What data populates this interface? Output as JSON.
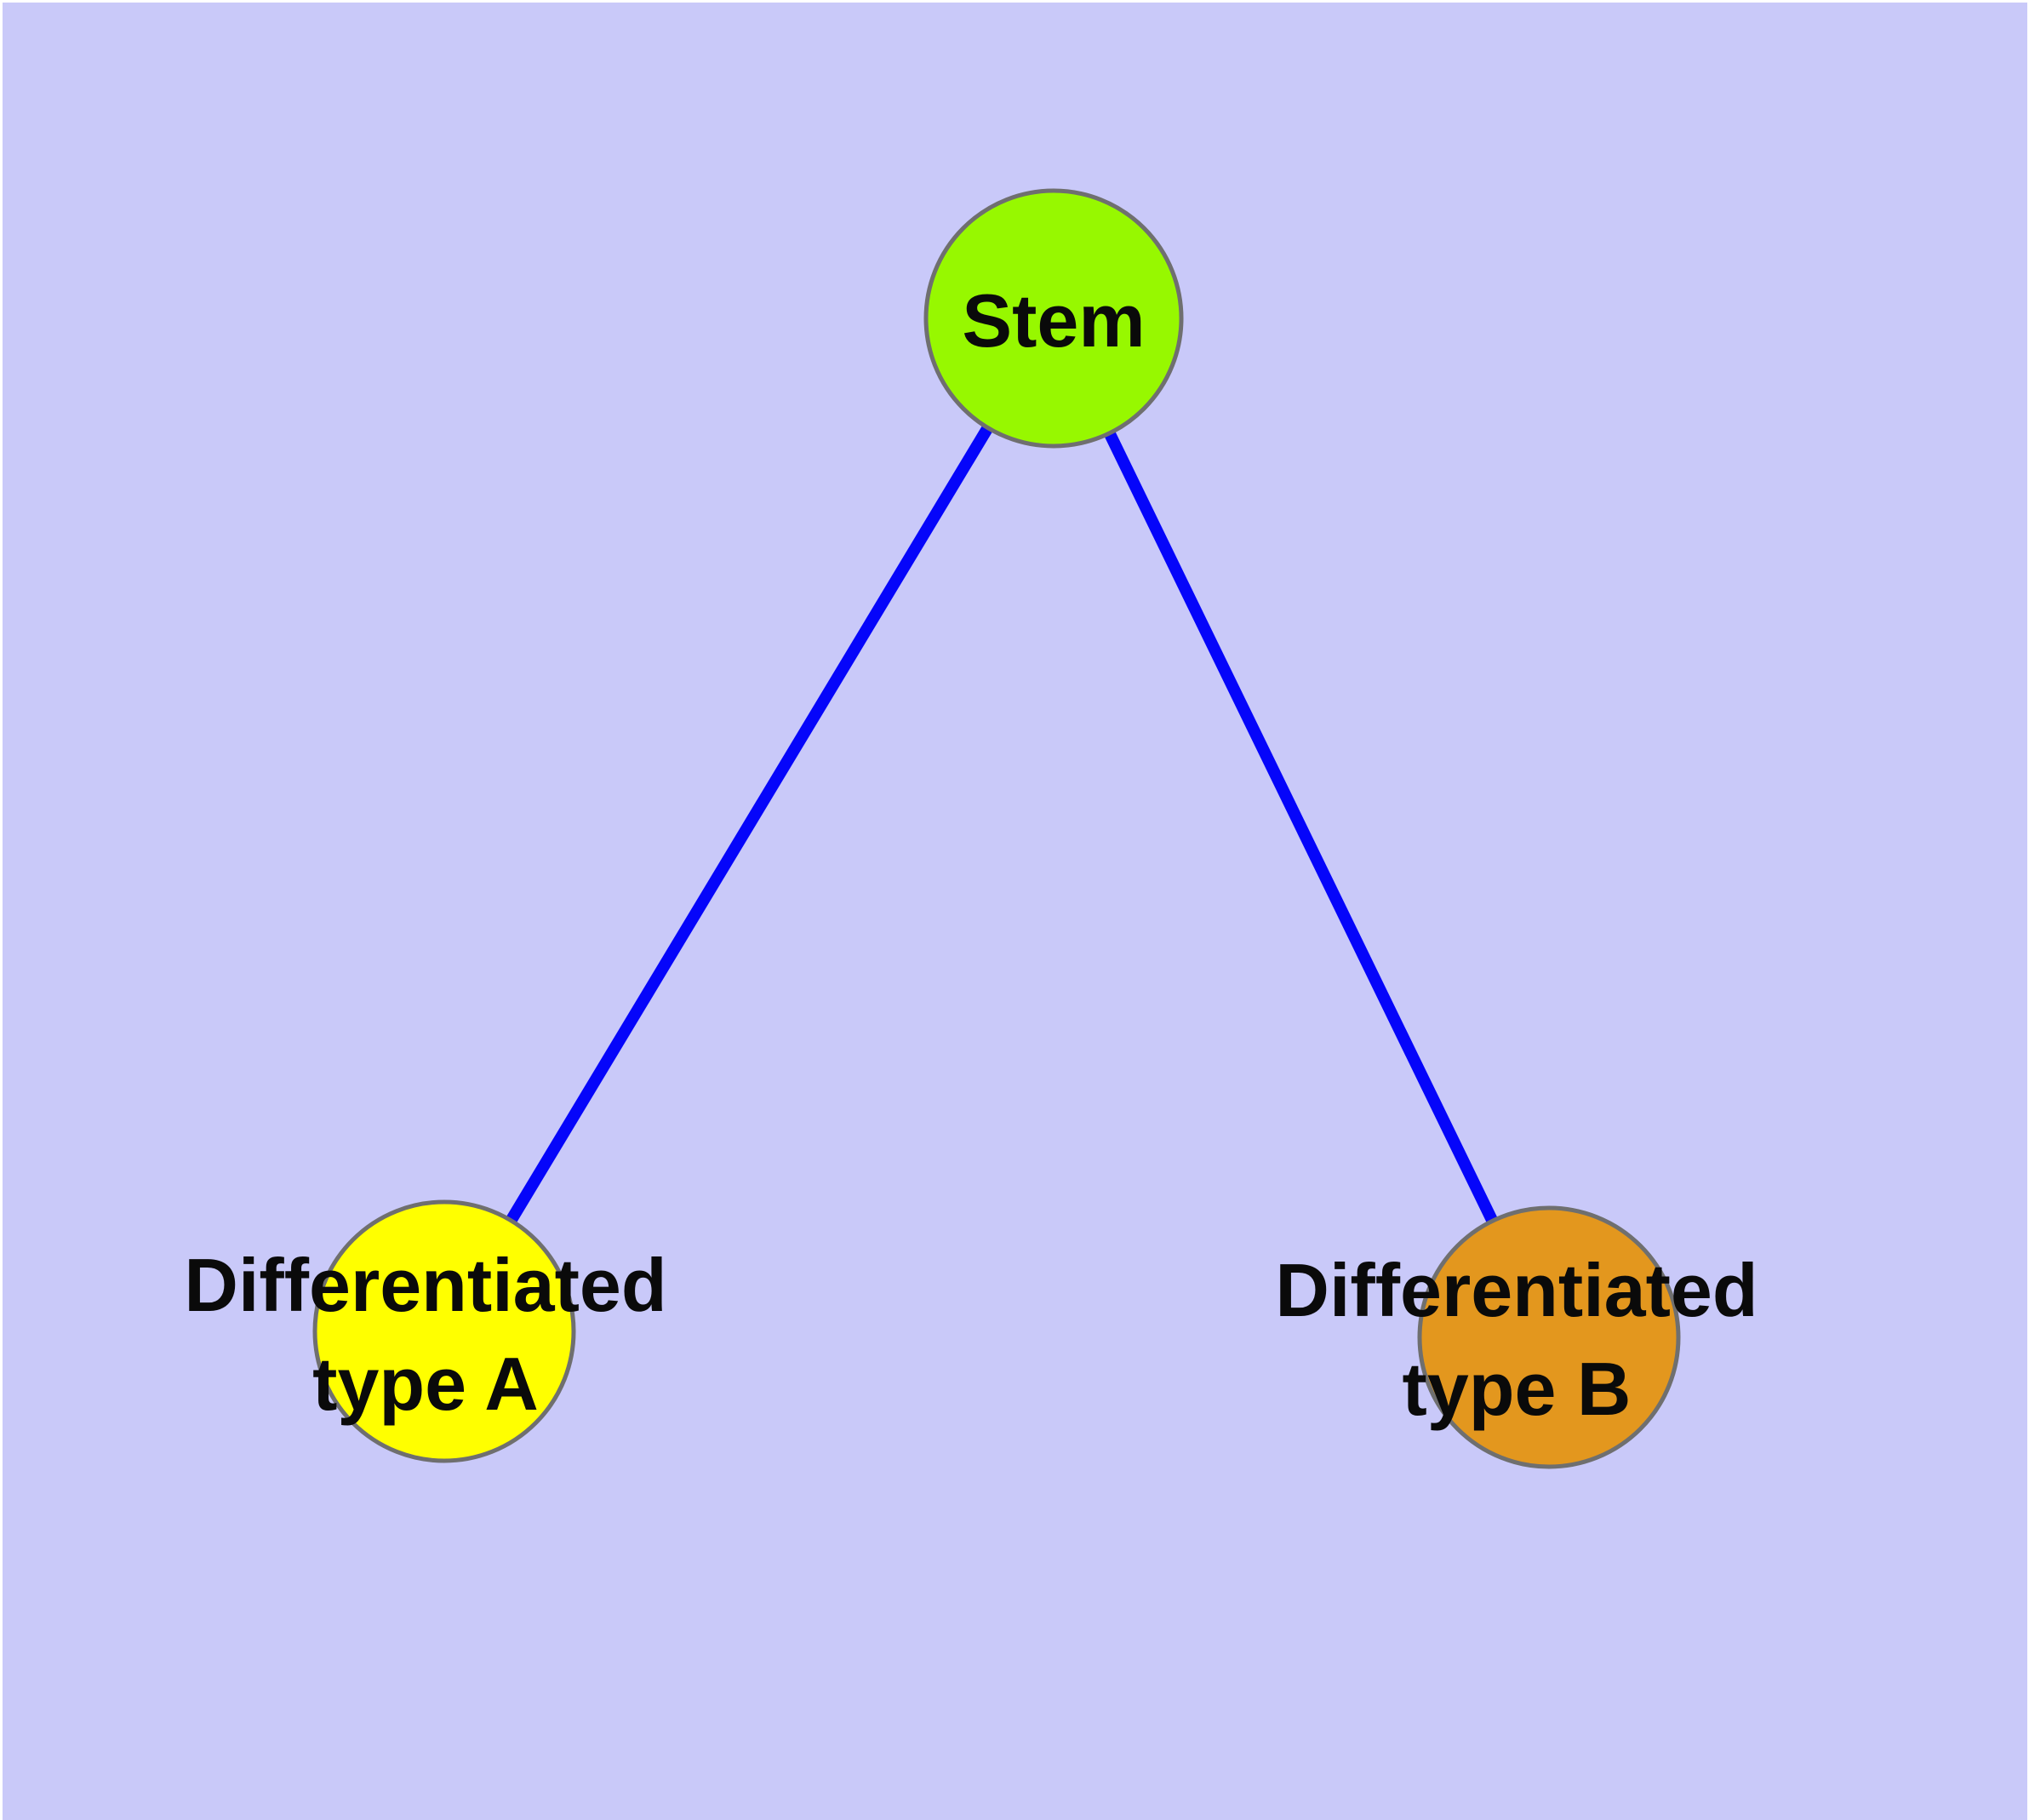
{
  "diagram": {
    "title": "stem-cell-differentiation-graph",
    "colors": {
      "page_margin": "#ffffff",
      "background": "#c9c9f9",
      "edge": "#0505fa",
      "node_border": "#6f6f6f",
      "label_text": "#0a0a0a"
    },
    "nodes": {
      "stem": {
        "label": "Stem",
        "fill": "#97f800"
      },
      "typeA": {
        "label_line1": "Differentiated",
        "label_line2": "type A",
        "fill": "#ffff00"
      },
      "typeB": {
        "label_line1": "Differentiated",
        "label_line2": "type B",
        "fill": "#e3971e"
      }
    },
    "edges": [
      {
        "from": "Stem",
        "to": "Differentiated type A"
      },
      {
        "from": "Stem",
        "to": "Differentiated type B"
      }
    ]
  }
}
